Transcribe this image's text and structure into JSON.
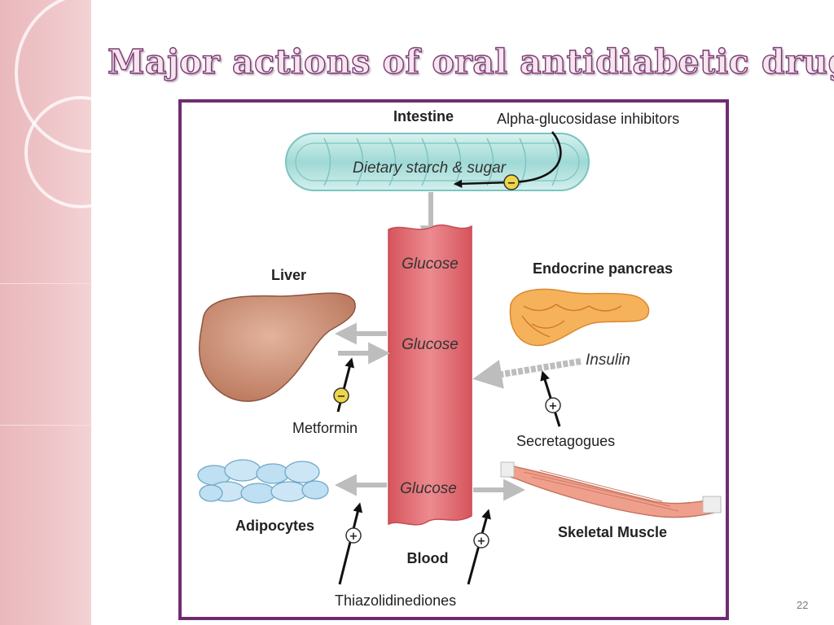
{
  "slide": {
    "title": "Major actions of oral antidiabetic drugs",
    "page_number": "22"
  },
  "diagram": {
    "organs": {
      "intestine": "Intestine",
      "liver": "Liver",
      "pancreas": "Endocrine pancreas",
      "adipocytes": "Adipocytes",
      "muscle": "Skeletal Muscle",
      "blood": "Blood"
    },
    "substances": {
      "dietary": "Dietary starch & sugar",
      "glucose_top": "Glucose",
      "glucose_mid": "Glucose",
      "glucose_low": "Glucose",
      "insulin": "Insulin"
    },
    "drugs": {
      "alpha": "Alpha-glucosidase inhibitors",
      "metformin": "Metformin",
      "secretagogues": "Secretagogues",
      "tzd": "Thiazolidinediones"
    },
    "signs": {
      "minus": "−",
      "plus": "+"
    },
    "colors": {
      "frame": "#6f2c72",
      "intestine": "#a9dfdc",
      "blood": "#e0676e",
      "liver": "#c9896f",
      "pancreas": "#f6b25a",
      "fat": "#bfdff2",
      "muscle": "#efa08d",
      "arrow": "#c8c8c8"
    }
  }
}
